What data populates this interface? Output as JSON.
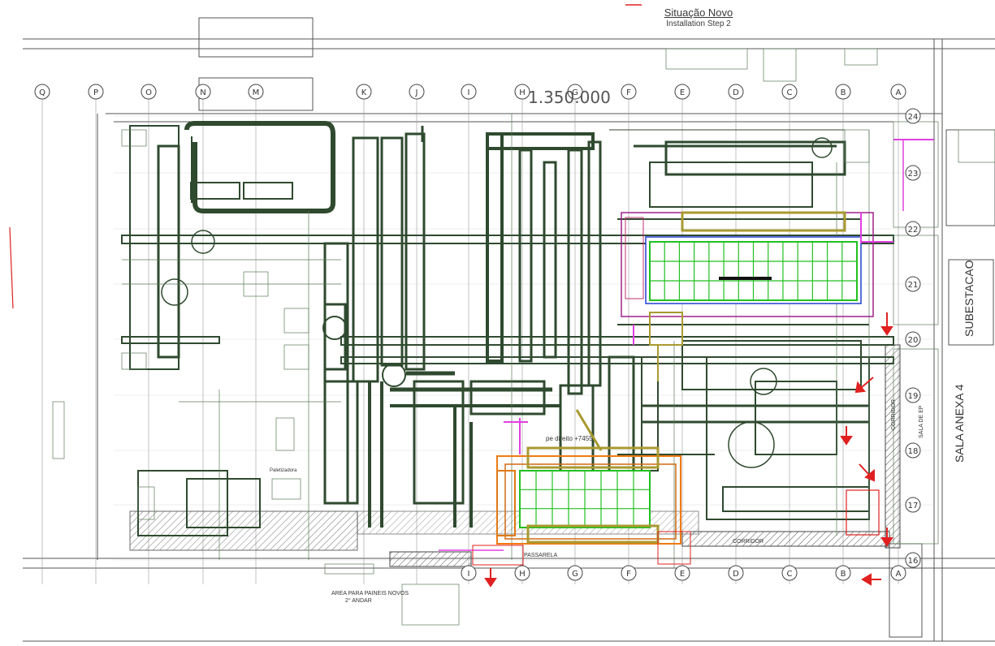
{
  "title": {
    "main": "Situação Novo",
    "sub": "Installation Step 2"
  },
  "dimension_text": "1.350.000",
  "labels": {
    "subestacao": "SUBESTACAO",
    "sala_anexa": "SALA ANEXA 4",
    "corridor_bottom": "CORRIDOR",
    "corridor_right": "CORRIDOR",
    "sala_de_ep": "SALA DE EP",
    "passarela": "PASSARELA",
    "area_paineis": "AREA PARA PAINEIS NOVOS",
    "andar": "2° ANDAR",
    "pe_direito": "pe direito +7455",
    "paletizadora": "Paletizadora"
  },
  "grid_columns_top": [
    "Q",
    "P",
    "O",
    "N",
    "M",
    "K",
    "J",
    "I",
    "H",
    "G",
    "F",
    "E",
    "D",
    "C",
    "B",
    "A"
  ],
  "grid_columns_bottom": [
    "I",
    "H",
    "G",
    "F",
    "E",
    "D",
    "C",
    "B",
    "A"
  ],
  "grid_rows_right": [
    "24",
    "23",
    "22",
    "21",
    "20",
    "19",
    "18",
    "17",
    "16"
  ],
  "colors": {
    "pipe": "#2f4a2f",
    "pipe_light": "#5b7a5b",
    "line": "#4a4a4a",
    "conveyor_green": "#22c020",
    "frame_orange": "#f07a10",
    "olive": "#a89a30",
    "arrow_red": "#e02020",
    "blue": "#2040d0",
    "magenta": "#e040e0"
  }
}
